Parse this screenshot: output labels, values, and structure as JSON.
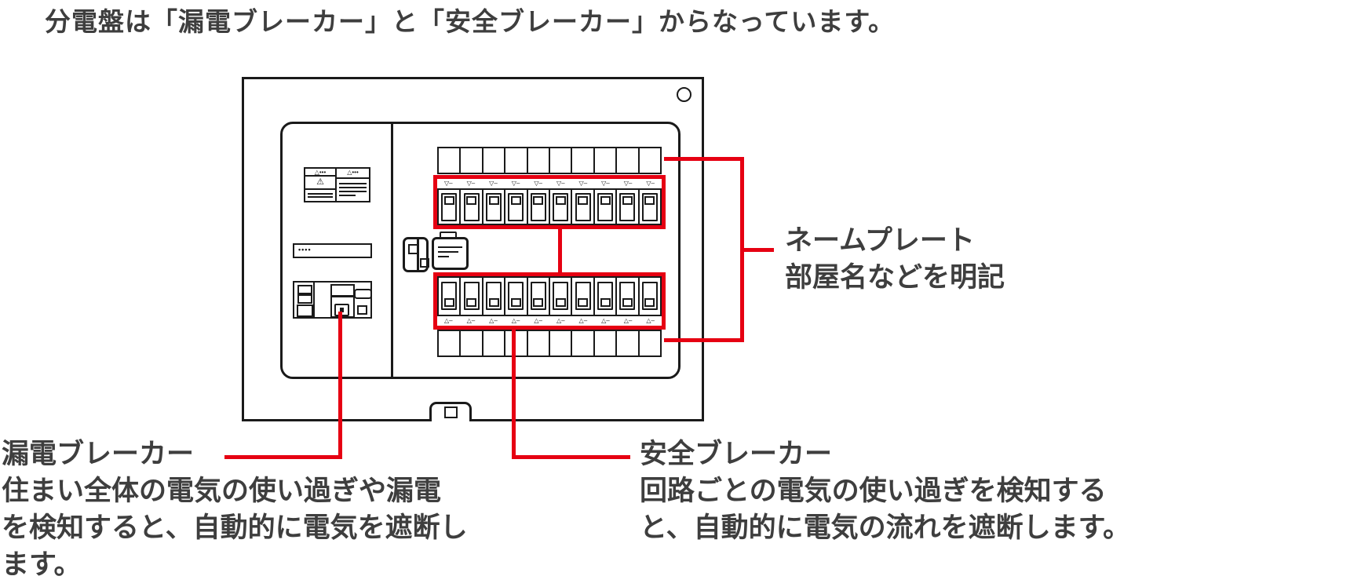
{
  "title": "分電盤は「漏電ブレーカー」と「安全ブレーカー」からなっています。",
  "colors": {
    "accent_red": "#e60012",
    "line_black": "#1a1a1a",
    "text_gray": "#3e3e3e"
  },
  "panel": {
    "circuit_breakers_per_row": 10,
    "nameplate_cells_per_row": 10,
    "breaker_rows": 2
  },
  "icons": {
    "marker_top": "▽–",
    "marker_bottom": "△–",
    "strip_dots": "••••",
    "sticker_header": "△•••",
    "warning_triangle": "⚠"
  },
  "annotations": {
    "nameplate": {
      "heading": "ネームプレート",
      "description": "部屋名などを明記"
    },
    "leakage_breaker": {
      "heading": "漏電ブレーカー",
      "description_lines": [
        "住まい全体の電気の使い過ぎや漏電",
        "を検知すると、自動的に電気を遮断し",
        "ます。"
      ]
    },
    "safety_breaker": {
      "heading": "安全ブレーカー",
      "description_lines": [
        "回路ごとの電気の使い過ぎを検知する",
        "と、自動的に電気の流れを遮断します。"
      ]
    }
  }
}
